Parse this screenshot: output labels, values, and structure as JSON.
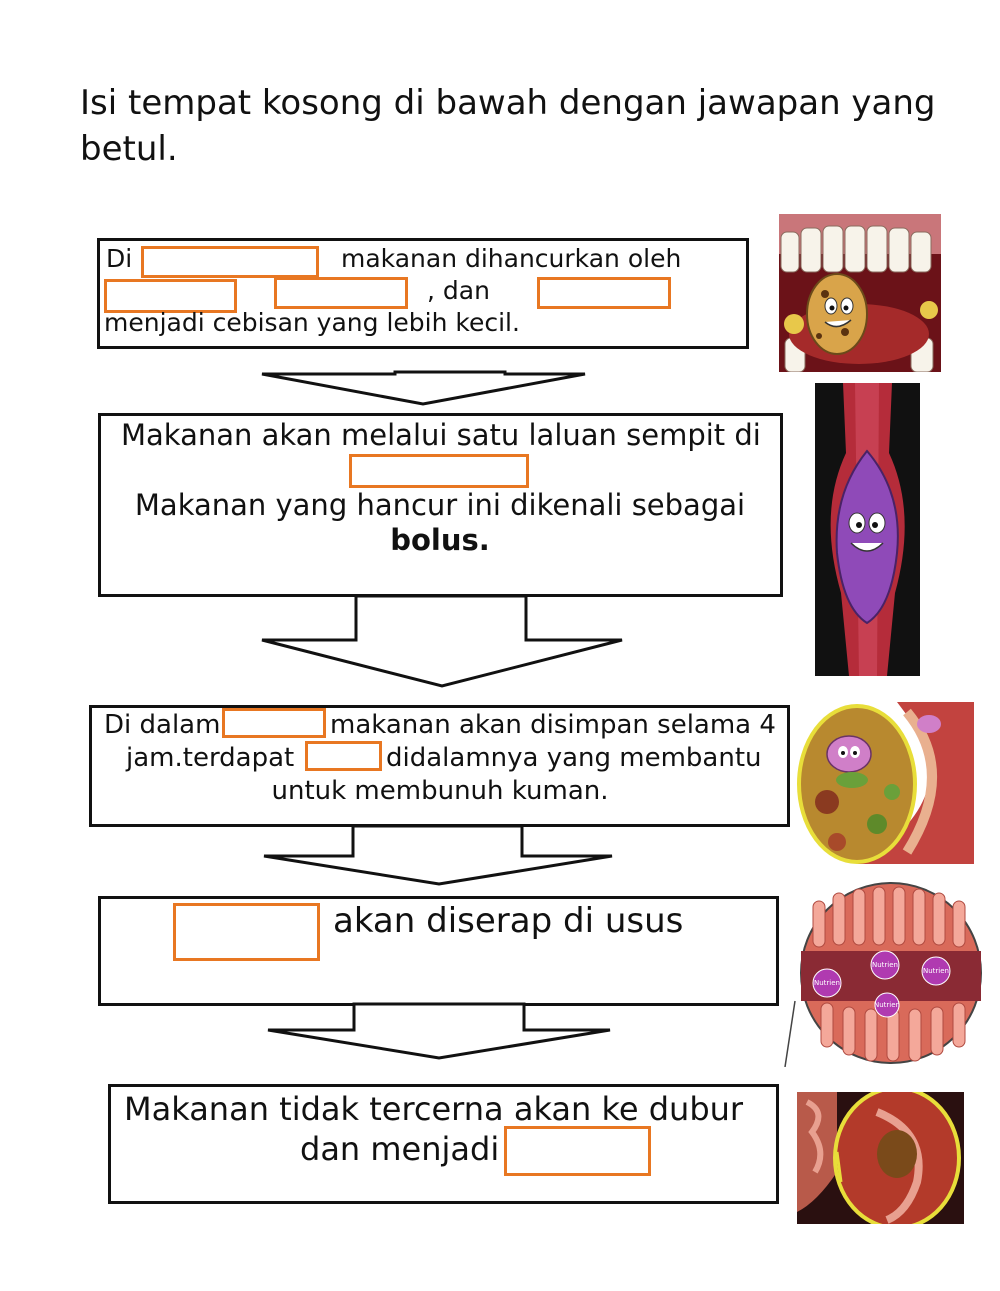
{
  "instruction": "Isi tempat kosong di bawah dengan jawapan yang betul.",
  "steps": [
    {
      "t_di": "Di",
      "t_a": "makanan dihancurkan oleh",
      "t_b": ", dan",
      "t_c": "menjadi   cebisan yang lebih kecil."
    },
    {
      "t_a": "Makanan akan melalui satu laluan sempit di",
      "t_b": "Makanan yang hancur ini dikenali sebagai",
      "t_bold": "bolus."
    },
    {
      "t_a": "Di dalam",
      "t_b": "makanan akan disimpan  selama 4",
      "t_c": "jam.terdapat",
      "t_d": "didalamnya yang membantu",
      "t_e": "untuk membunuh kuman."
    },
    {
      "t_a": "akan diserap  di usus"
    },
    {
      "t_a": "Makanan tidak tercerna akan ke dubur",
      "t_b": "dan menjadi"
    }
  ],
  "illustrations": {
    "nutrient_label": "Nutrien"
  },
  "colors": {
    "blank_border": "#e87722",
    "box_border": "#111111"
  }
}
